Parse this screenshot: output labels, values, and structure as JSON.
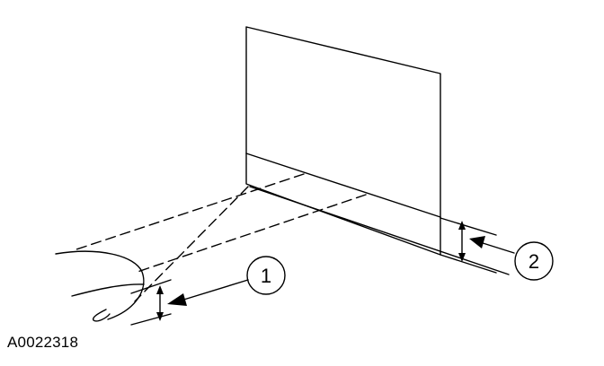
{
  "figure_id": "A0022318",
  "callouts": [
    {
      "label": "1"
    },
    {
      "label": "2"
    }
  ],
  "colors": {
    "ink": "#000000",
    "background": "#ffffff"
  }
}
